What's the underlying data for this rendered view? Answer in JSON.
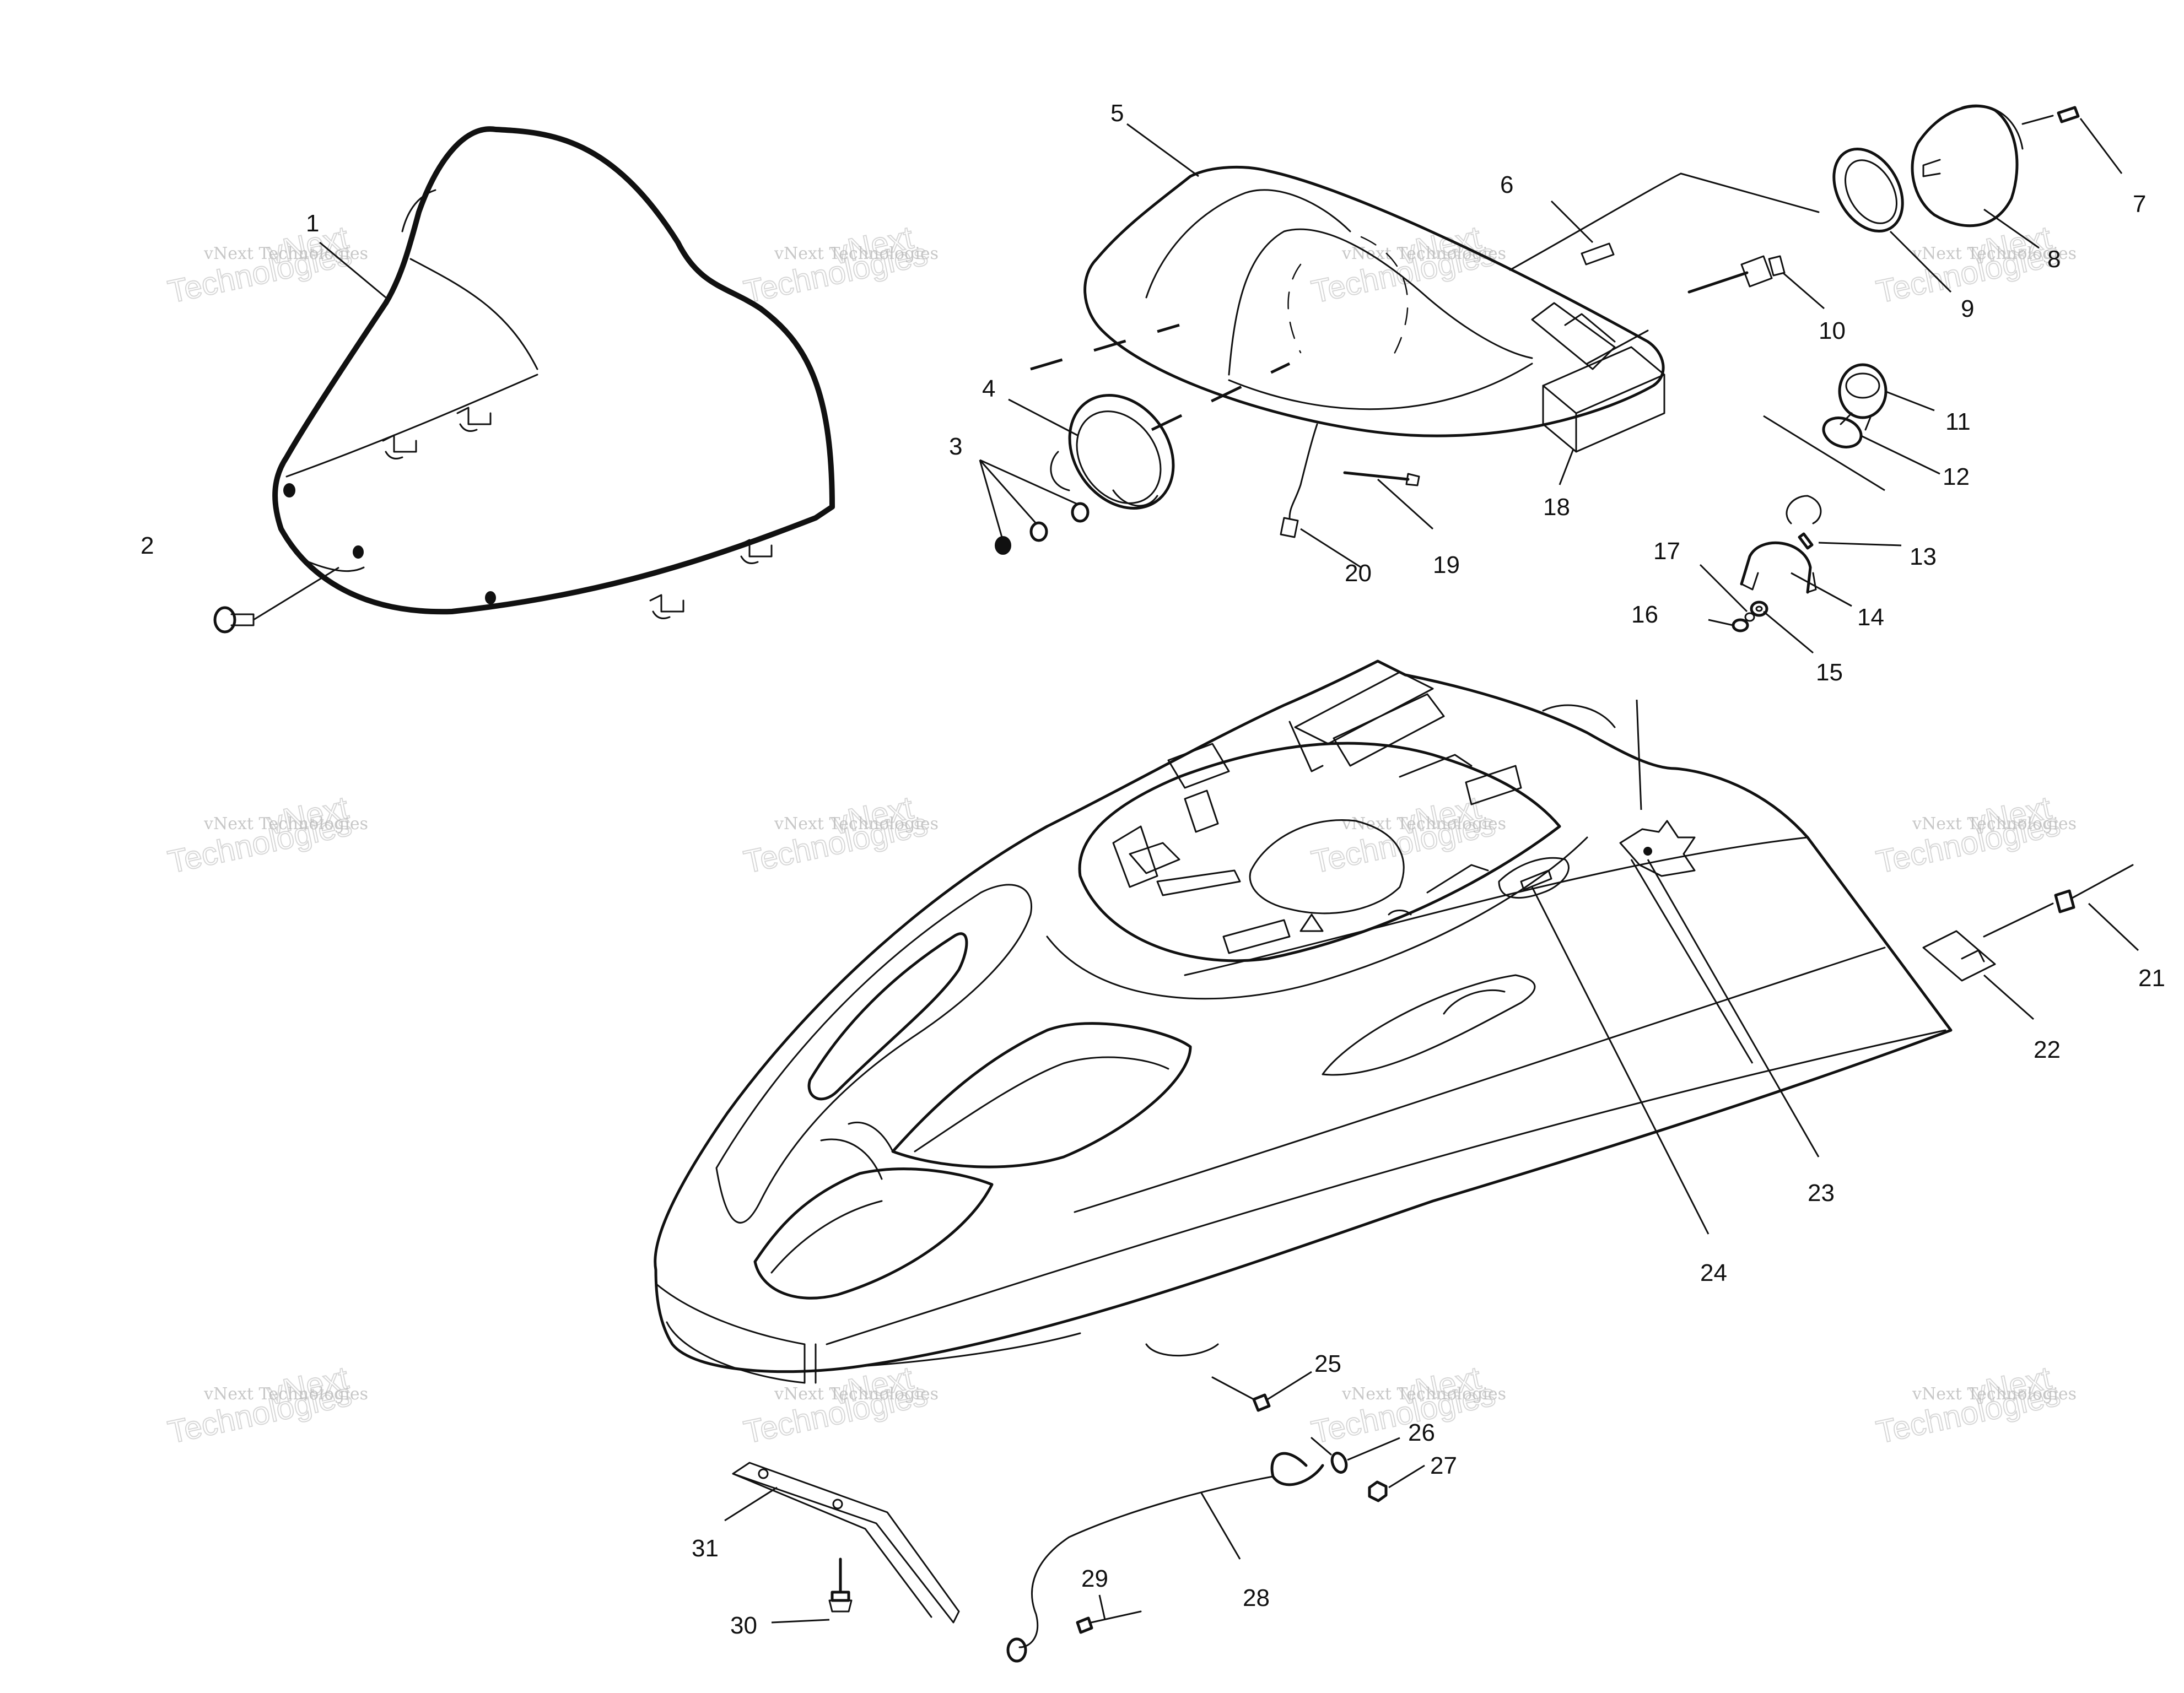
{
  "callouts": [
    "1",
    "2",
    "3",
    "4",
    "5",
    "6",
    "7",
    "8",
    "9",
    "10",
    "11",
    "12",
    "13",
    "14",
    "15",
    "16",
    "17",
    "18",
    "19",
    "20",
    "21",
    "22",
    "23",
    "24",
    "25",
    "26",
    "27",
    "28",
    "29",
    "30",
    "31"
  ],
  "watermark": {
    "line1": "vNext Technologies",
    "brand_top": "vNext",
    "brand_bottom": "Technologies"
  }
}
